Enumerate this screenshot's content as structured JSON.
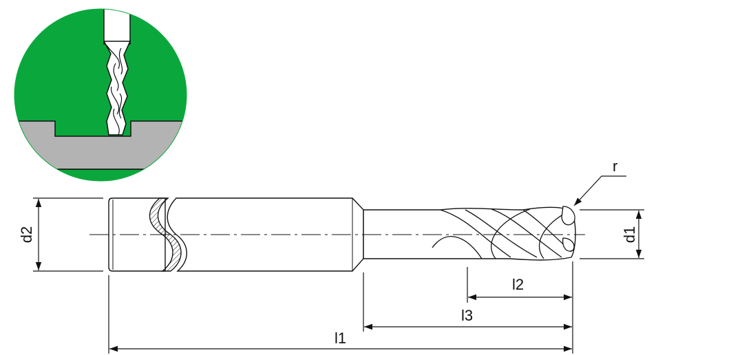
{
  "labels": {
    "d2": "d2",
    "d1": "d1",
    "r": "r",
    "l1": "l1",
    "l2": "l2",
    "l3": "l3"
  },
  "colors": {
    "green": "#0aa83c",
    "grey": "#b3b3b3",
    "line": "#111111",
    "background": "#ffffff"
  }
}
